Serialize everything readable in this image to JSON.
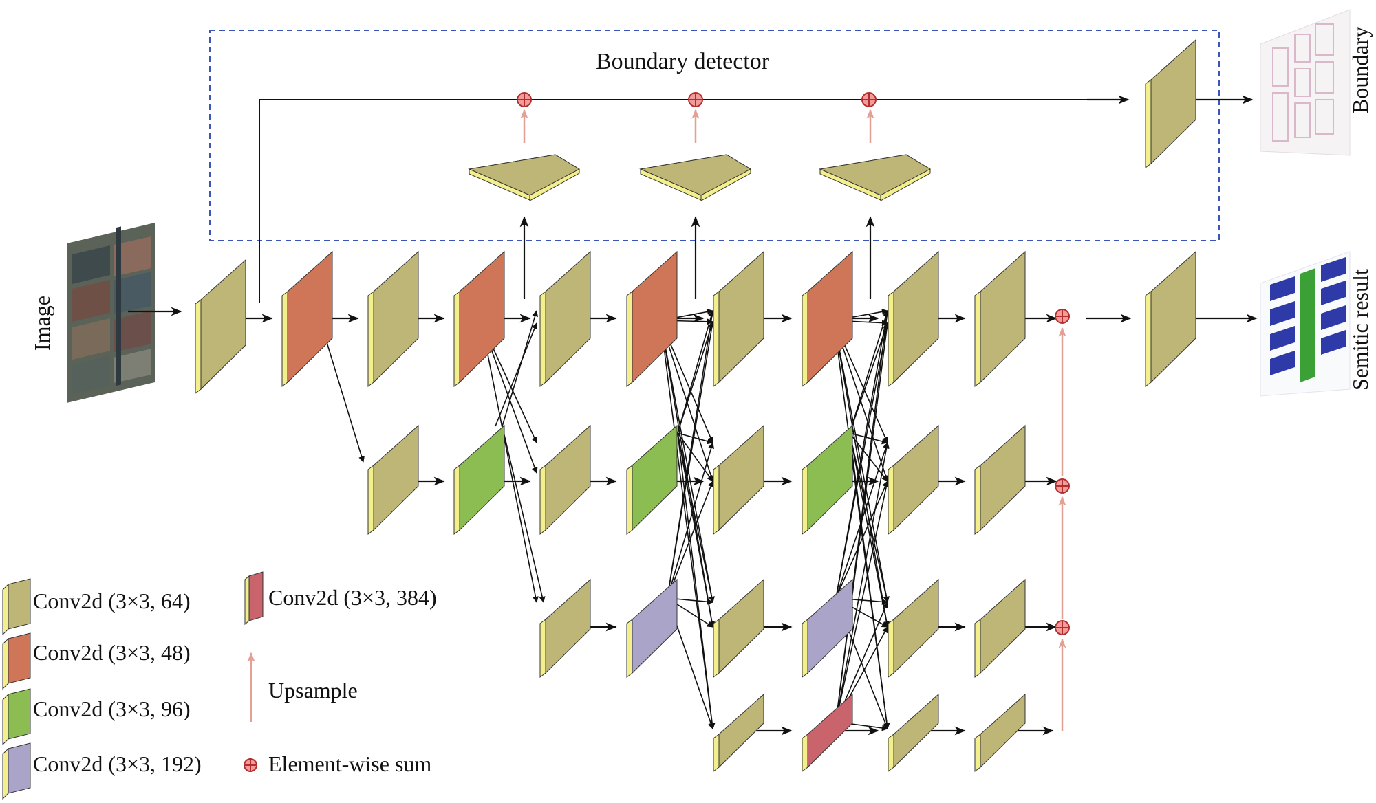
{
  "labels": {
    "boundary_detector": "Boundary detector",
    "image": "Image",
    "boundary": "Boundary",
    "semantic_result": "Semitic result"
  },
  "legend": [
    {
      "id": "conv64",
      "text": "Conv2d (3×3, 64)",
      "color": "#bdb677"
    },
    {
      "id": "conv48",
      "text": "Conv2d (3×3, 48)",
      "color": "#cf7659"
    },
    {
      "id": "conv96",
      "text": "Conv2d (3×3, 96)",
      "color": "#8cbd53"
    },
    {
      "id": "conv192",
      "text": "Conv2d (3×3, 192)",
      "color": "#aaa4c8"
    },
    {
      "id": "conv384",
      "text": "Conv2d (3×3, 384)",
      "color": "#c9646c"
    },
    {
      "id": "upsample",
      "text": "Upsample"
    },
    {
      "id": "sum",
      "text": "Element-wise sum"
    }
  ],
  "colors": {
    "conv64": "#bdb677",
    "conv48": "#cf7659",
    "conv96": "#8cbd53",
    "conv192": "#aaa4c8",
    "conv384": "#c9646c",
    "edge": "#f3ef8c",
    "arrow": "#111111",
    "upsample_arrow": "#e3a095",
    "dashed_box": "#3b56b8"
  }
}
